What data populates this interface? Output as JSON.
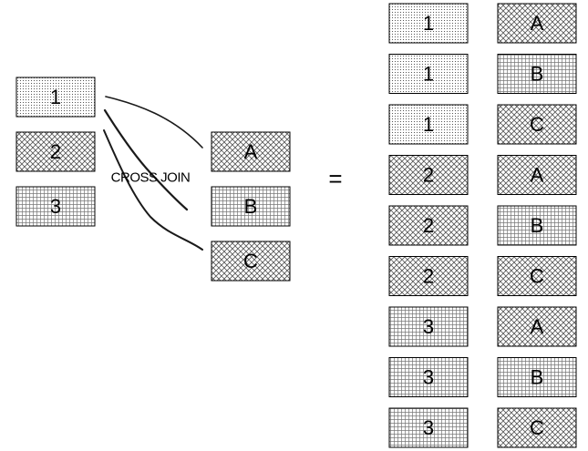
{
  "left_table": {
    "rows": [
      {
        "label": "1",
        "pattern": "dots"
      },
      {
        "label": "2",
        "pattern": "cross"
      },
      {
        "label": "3",
        "pattern": "grid"
      }
    ]
  },
  "right_table": {
    "rows": [
      {
        "label": "A",
        "pattern": "cross"
      },
      {
        "label": "B",
        "pattern": "grid"
      },
      {
        "label": "C",
        "pattern": "cross"
      }
    ]
  },
  "operation_label": "CROSS JOIN",
  "equals_sign": "=",
  "result_table": {
    "rows": [
      {
        "left": "1",
        "left_pattern": "dots",
        "right": "A",
        "right_pattern": "cross"
      },
      {
        "left": "1",
        "left_pattern": "dots",
        "right": "B",
        "right_pattern": "grid"
      },
      {
        "left": "1",
        "left_pattern": "dots",
        "right": "C",
        "right_pattern": "cross"
      },
      {
        "left": "2",
        "left_pattern": "cross",
        "right": "A",
        "right_pattern": "cross"
      },
      {
        "left": "2",
        "left_pattern": "cross",
        "right": "B",
        "right_pattern": "grid"
      },
      {
        "left": "2",
        "left_pattern": "cross",
        "right": "C",
        "right_pattern": "cross"
      },
      {
        "left": "3",
        "left_pattern": "grid",
        "right": "A",
        "right_pattern": "cross"
      },
      {
        "left": "3",
        "left_pattern": "grid",
        "right": "B",
        "right_pattern": "grid"
      },
      {
        "left": "3",
        "left_pattern": "grid",
        "right": "C",
        "right_pattern": "cross"
      }
    ]
  },
  "colors": {
    "stroke": "#000000",
    "background": "#ffffff",
    "pattern_ink": "#555555"
  }
}
